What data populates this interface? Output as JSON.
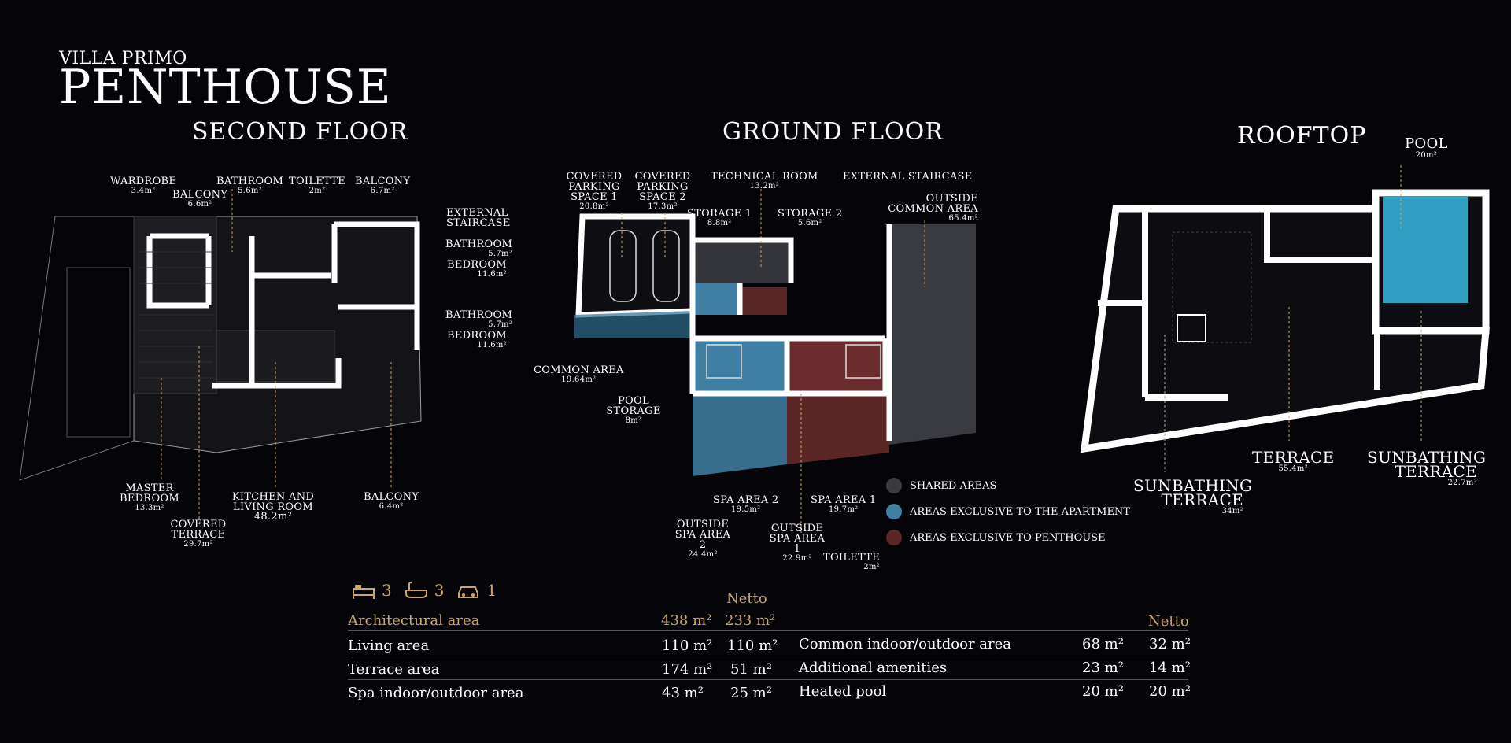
{
  "header": {
    "subtitle": "VILLA PRIMO",
    "title": "PENTHOUSE"
  },
  "second_floor": {
    "title": "SECOND FLOOR",
    "labels": [
      {
        "name": "WARDROBE",
        "area": "3.4m²"
      },
      {
        "name": "BALCONY",
        "area": "6.6m²"
      },
      {
        "name": "BATHROOM",
        "area": "5.6m²"
      },
      {
        "name": "TOILETTE",
        "area": "2m²"
      },
      {
        "name": "BALCONY",
        "area": "6.7m²"
      },
      {
        "name": "EXTERNAL STAIRCASE",
        "area": ""
      },
      {
        "name": "BATHROOM",
        "area": "5.7m²"
      },
      {
        "name": "BEDROOM",
        "area": "11.6m²"
      },
      {
        "name": "BATHROOM",
        "area": "5.7m²"
      },
      {
        "name": "BEDROOM",
        "area": "11.6m²"
      },
      {
        "name": "MASTER BEDROOM",
        "area": "13.3m²"
      },
      {
        "name": "COVERED TERRACE",
        "area": "29.7m²"
      },
      {
        "name": "KITCHEN AND LIVING ROOM",
        "area": "48.2m²"
      },
      {
        "name": "BALCONY",
        "area": "6.4m²"
      }
    ]
  },
  "ground_floor": {
    "title": "GROUND FLOOR",
    "labels": [
      {
        "name": "COVERED PARKING SPACE 1",
        "area": "20.8m²"
      },
      {
        "name": "COVERED PARKING SPACE 2",
        "area": "17.3m²"
      },
      {
        "name": "TECHNICAL ROOM",
        "area": "13.2m²"
      },
      {
        "name": "EXTERNAL STAIRCASE",
        "area": ""
      },
      {
        "name": "STORAGE 1",
        "area": "8.8m²"
      },
      {
        "name": "STORAGE 2",
        "area": "5.6m²"
      },
      {
        "name": "OUTSIDE COMMON AREA",
        "area": "65.4m²"
      },
      {
        "name": "COMMON AREA",
        "area": "19.64m²"
      },
      {
        "name": "POOL STORAGE",
        "area": "8m²"
      },
      {
        "name": "SPA AREA 2",
        "area": "19.5m²"
      },
      {
        "name": "SPA AREA 1",
        "area": "19.7m²"
      },
      {
        "name": "OUTSIDE SPA AREA 2",
        "area": "24.4m²"
      },
      {
        "name": "OUTSIDE SPA AREA 1",
        "area": "22.9m²"
      },
      {
        "name": "TOILETTE",
        "area": "2m²"
      }
    ]
  },
  "rooftop": {
    "title": "ROOFTOP",
    "labels": [
      {
        "name": "POOL",
        "area": "20m²"
      },
      {
        "name": "TERRACE",
        "area": "55.4m²"
      },
      {
        "name": "SUNBATHING TERRACE",
        "area": "22.7m²"
      },
      {
        "name": "SUNBATHING TERRACE",
        "area": "34m²"
      }
    ]
  },
  "legend": [
    {
      "label": "SHARED AREAS",
      "color": "#3a3b40"
    },
    {
      "label": "AREAS EXCLUSIVE TO THE APARTMENT",
      "color": "#3f7fa3"
    },
    {
      "label": "AREAS EXCLUSIVE TO PENTHOUSE",
      "color": "#5a2626"
    }
  ],
  "amenities": [
    {
      "icon": "bed-icon",
      "count": "3"
    },
    {
      "icon": "bathtub-icon",
      "count": "3"
    },
    {
      "icon": "car-icon",
      "count": "1"
    }
  ],
  "colors": {
    "accent": "#c9a56a",
    "apartment": "#3f7fa3",
    "penthouse": "#5a2626",
    "shared": "#3a3b40"
  },
  "table": {
    "netto_header": "Netto",
    "architectural": {
      "label": "Architectural area",
      "total": "438 m²",
      "netto": "233 m²"
    },
    "left_rows": [
      {
        "label": "Living area",
        "total": "110 m²",
        "netto": "110 m²"
      },
      {
        "label": "Terrace area",
        "total": "174 m²",
        "netto": "51 m²"
      },
      {
        "label": "Spa indoor/outdoor area",
        "total": "43  m²",
        "netto": "25 m²"
      }
    ],
    "right_rows": [
      {
        "label": "Common indoor/outdoor area",
        "total": "68 m²",
        "netto": "32 m²"
      },
      {
        "label": "Additional amenities",
        "total": "23 m²",
        "netto": "14 m²"
      },
      {
        "label": "Heated pool",
        "total": "20 m²",
        "netto": "20 m²"
      }
    ]
  }
}
